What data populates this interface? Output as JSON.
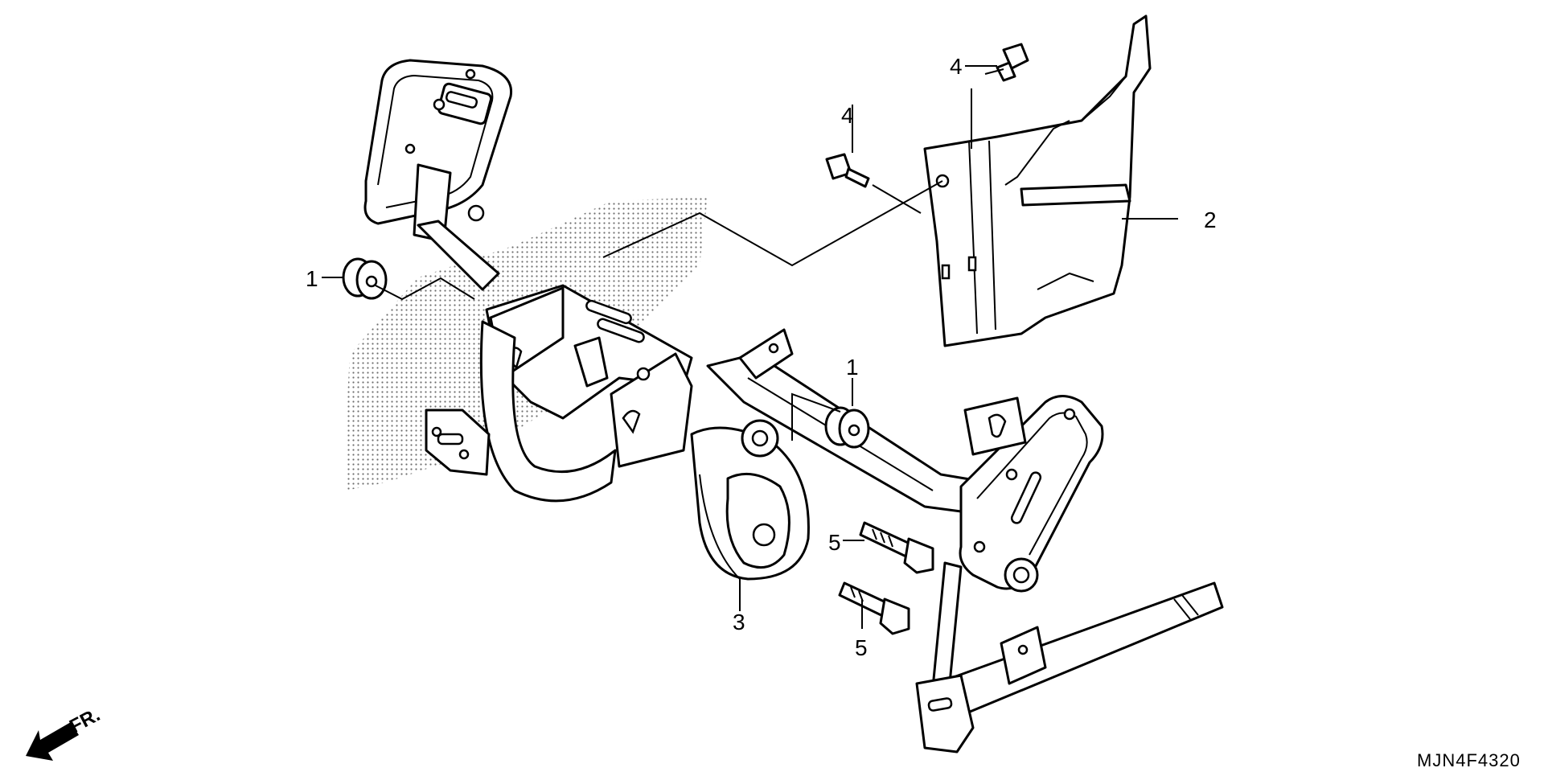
{
  "diagram": {
    "callouts": {
      "c1a": "1",
      "c1b": "1",
      "c2": "2",
      "c3": "3",
      "c4a": "4",
      "c4b": "4",
      "c5a": "5",
      "c5b": "5"
    },
    "direction_label": "FR.",
    "diagram_code": "MJN4F4320",
    "colors": {
      "line": "#000000",
      "background": "#ffffff",
      "stipple": "#555555"
    }
  }
}
